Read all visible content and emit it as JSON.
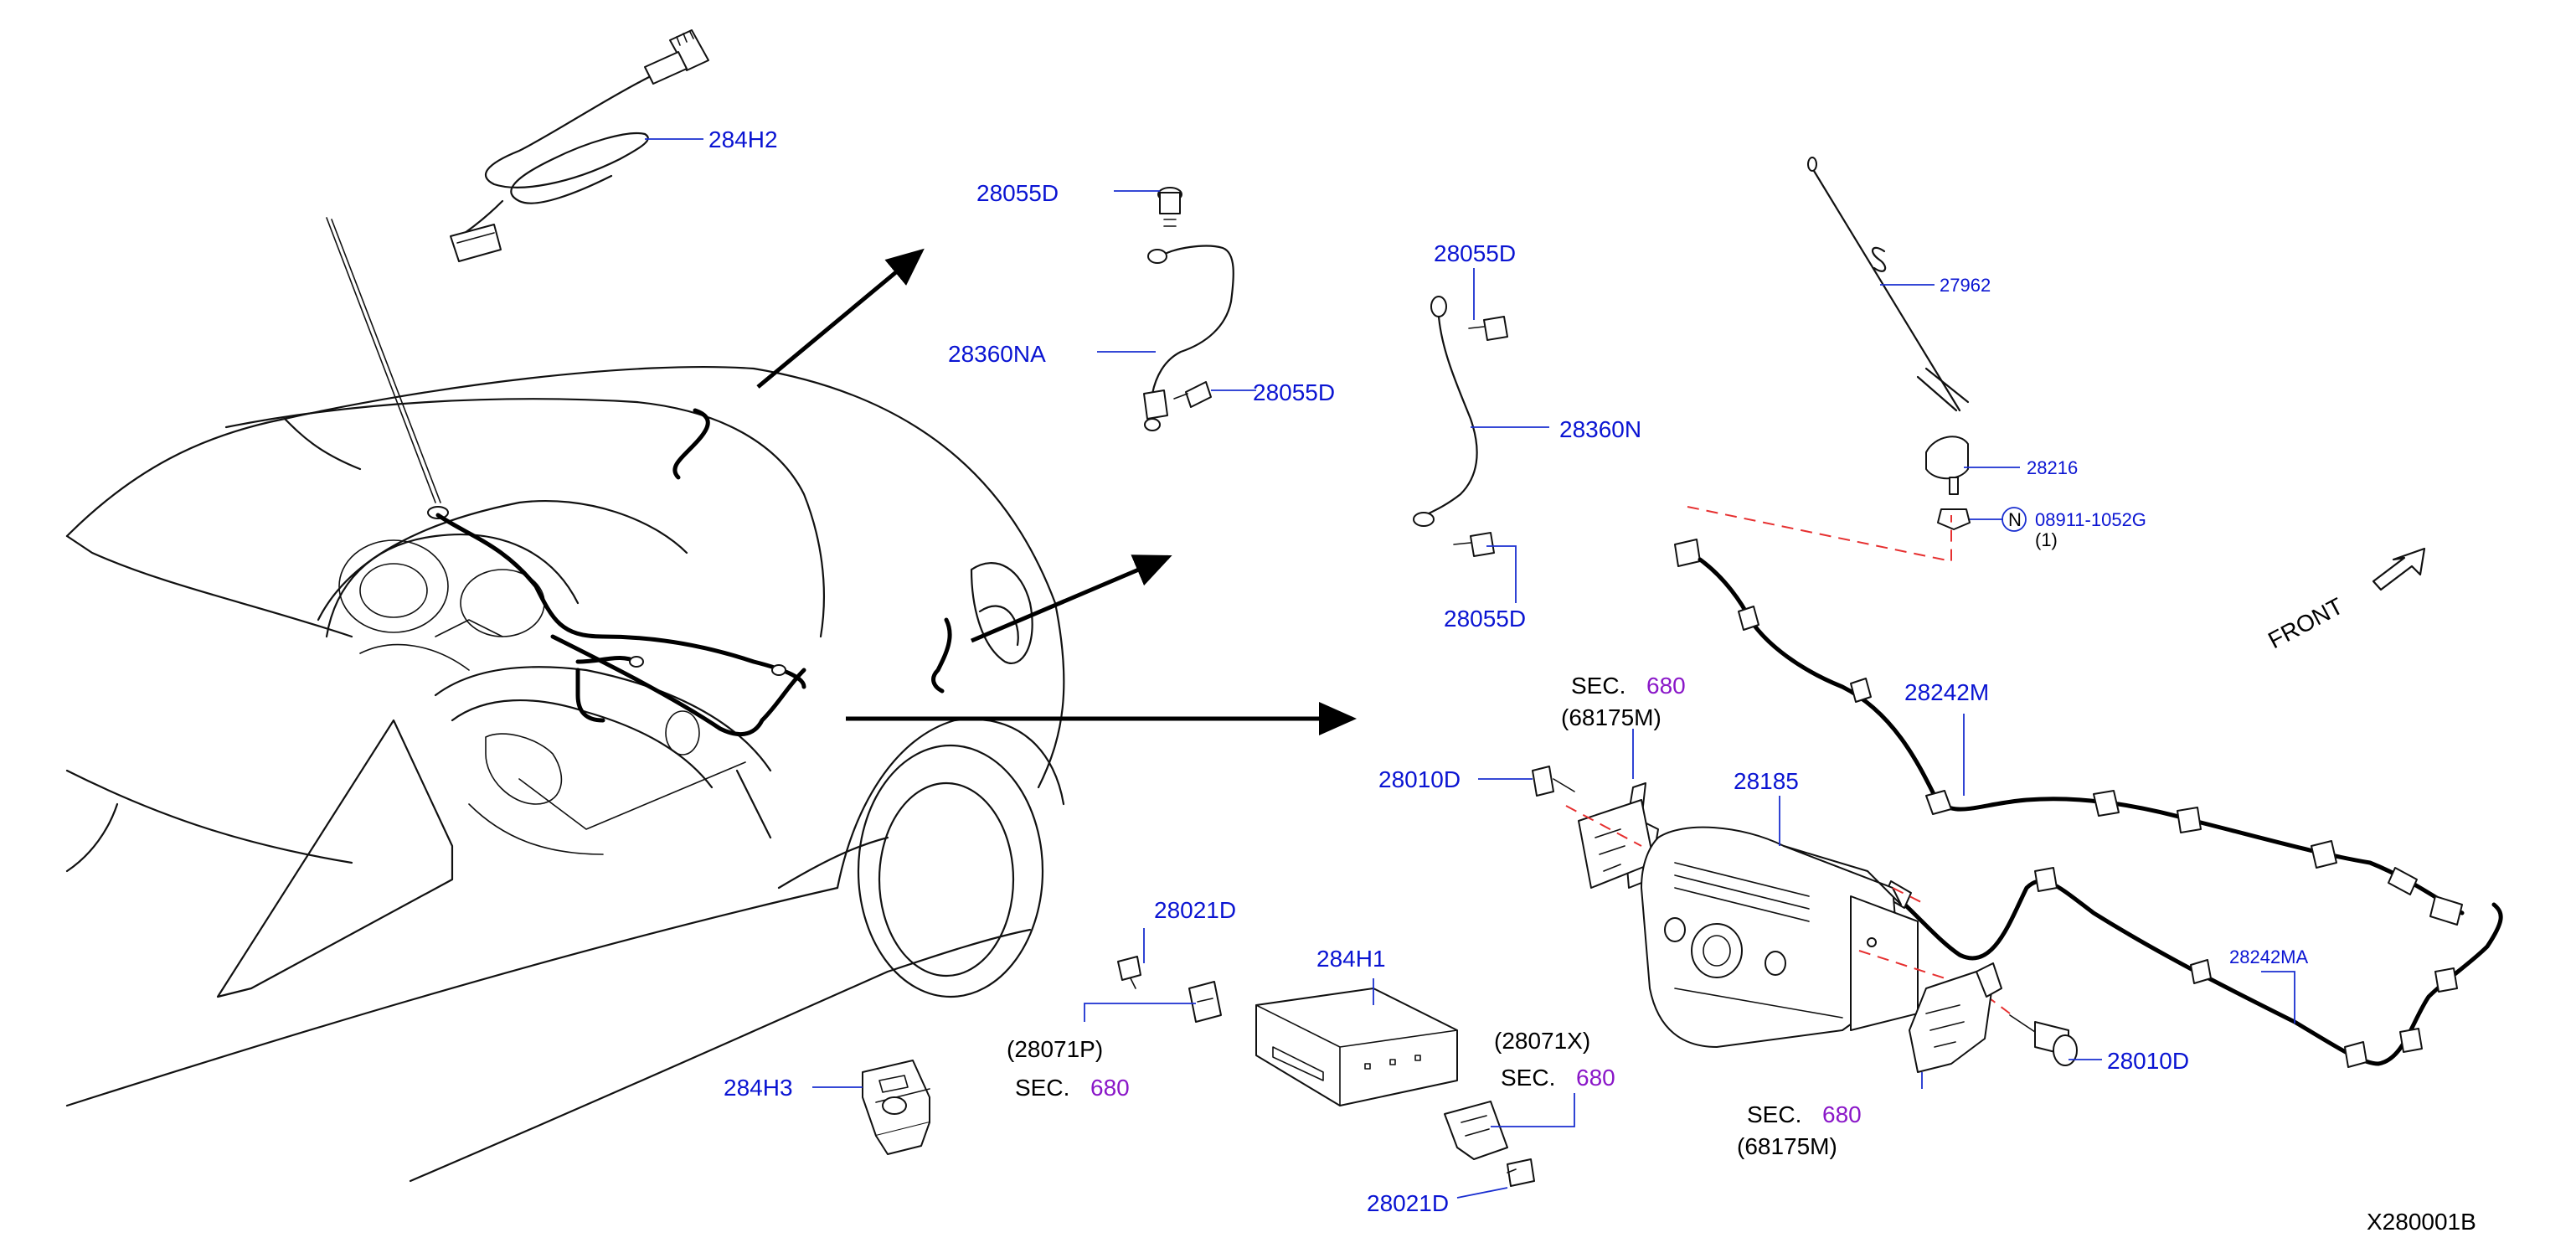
{
  "diagram": {
    "code": "X280001B",
    "front_label": "FRONT",
    "callouts": {
      "p284H2": "284H2",
      "p28055D_a": "28055D",
      "p28360NA": "28360NA",
      "p28055D_b": "28055D",
      "p28055D_c": "28055D",
      "p28360N": "28360N",
      "p28055D_d": "28055D",
      "p27962": "27962",
      "p28216": "28216",
      "p08911": "08911-1052G",
      "qty08911": "(1)",
      "n_symbol": "N",
      "sec_label_1": "SEC.",
      "sec_num_1": "680",
      "sec_ref_1": "(68175M)",
      "p28242M": "28242M",
      "p28010D_a": "28010D",
      "p28185": "28185",
      "p28021D_a": "28021D",
      "p284H1": "284H1",
      "ref28071P": "(28071P)",
      "sec_label_2": "SEC.",
      "sec_num_2": "680",
      "ref28071X": "(28071X)",
      "sec_label_3": "SEC.",
      "sec_num_3": "680",
      "p284H3": "284H3",
      "p28021D_b": "28021D",
      "p28242MA": "28242MA",
      "p28010D_b": "28010D",
      "sec_label_4": "SEC.",
      "sec_num_4": "680",
      "sec_ref_4": "(68175M)"
    },
    "colors": {
      "part_number": "#0a14d2",
      "section_number": "#8a17c8",
      "dashed_reference": "#e63030",
      "line_art": "#111111"
    }
  }
}
